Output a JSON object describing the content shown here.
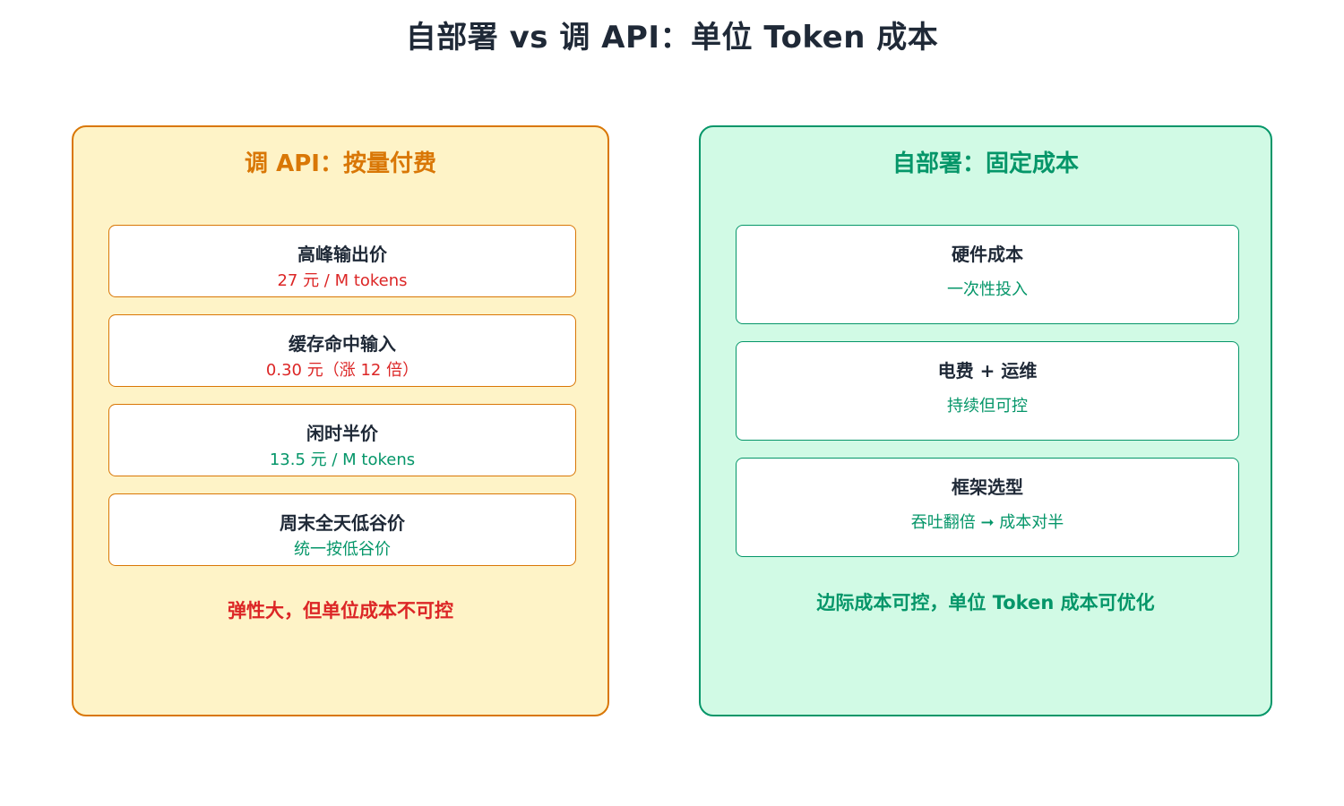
{
  "title": "自部署 vs 调 API：单位 Token 成本",
  "colors": {
    "api_border": "#d97706",
    "api_bg": "#fef3c7",
    "api_title": "#d97706",
    "self_border": "#059669",
    "self_bg": "#d1fae5",
    "self_title": "#059669",
    "red": "#dc2626",
    "green": "#059669",
    "dark": "#1f2937"
  },
  "api_panel": {
    "title": "调 API：按量付费",
    "cards": [
      {
        "title": "高峰输出价",
        "value": "27 元 / M tokens",
        "value_color": "red"
      },
      {
        "title": "缓存命中输入",
        "value": "0.30 元（涨 12 倍）",
        "value_color": "red"
      },
      {
        "title": "闲时半价",
        "value": "13.5 元 / M tokens",
        "value_color": "green"
      },
      {
        "title": "周末全天低谷价",
        "value": "统一按低谷价",
        "value_color": "green"
      }
    ],
    "conclusion": "弹性大，但单位成本不可控"
  },
  "self_panel": {
    "title": "自部署：固定成本",
    "cards": [
      {
        "title": "硬件成本",
        "value": "一次性投入",
        "value_color": "green"
      },
      {
        "title": "电费 + 运维",
        "value": "持续但可控",
        "value_color": "green"
      },
      {
        "title": "框架选型",
        "value": "吞吐翻倍 ➞ 成本对半",
        "value_color": "green"
      }
    ],
    "conclusion": "边际成本可控，单位 Token 成本可优化"
  }
}
